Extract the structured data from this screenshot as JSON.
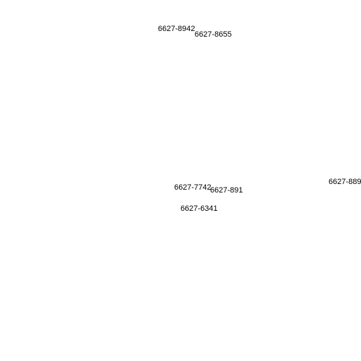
{
  "labels": [
    "6627-8942",
    "6627-8655",
    "6627-7742",
    "6627-891",
    "6627-889",
    "6627-6341"
  ],
  "colors": {
    "background": "#ffffff",
    "text": "#000000"
  }
}
